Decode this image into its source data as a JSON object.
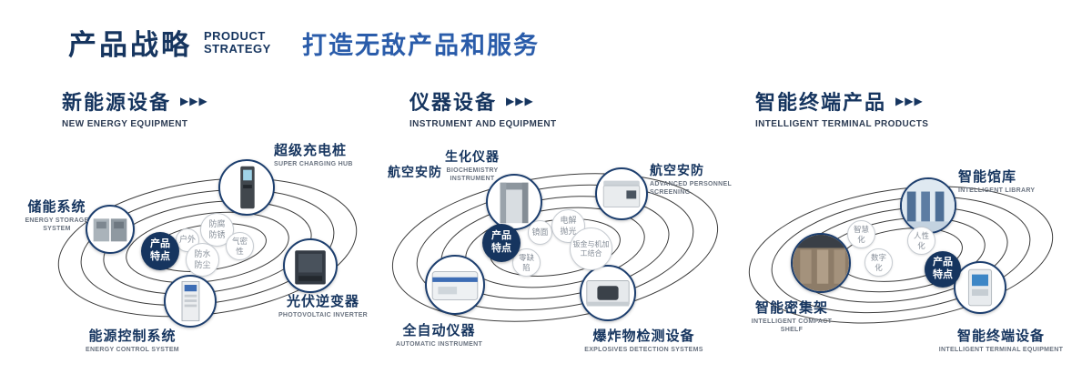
{
  "header": {
    "title": "产品战略",
    "subtitle_top": "PRODUCT",
    "subtitle_bottom": "STRATEGY",
    "tagline": "打造无敌产品和服务"
  },
  "icons": {
    "triple_arrow": "▶▶▶"
  },
  "colors": {
    "navy": "#16355f",
    "blue": "#2a5caa"
  },
  "sections": [
    {
      "title": "新能源设备",
      "subtitle": "NEW ENERGY EQUIPMENT",
      "badge": "产品特点",
      "products": [
        {
          "name": "储能系统",
          "en": "ENERGY STORAGE SYSTEM"
        },
        {
          "name": "超级充电桩",
          "en": "SUPER CHARGING HUB"
        },
        {
          "name": "光伏逆变器",
          "en": "PHOTOVOLTAIC INVERTER"
        },
        {
          "name": "能源控制系统",
          "en": "ENERGY CONTROL SYSTEM"
        }
      ],
      "features": [
        "户外",
        "防腐防锈",
        "气密性",
        "防水防尘"
      ]
    },
    {
      "title": "仪器设备",
      "subtitle": "INSTRUMENT AND EQUIPMENT",
      "badge": "产品特点",
      "products": [
        {
          "name": "航空安防",
          "en": ""
        },
        {
          "name": "生化仪器",
          "en": "BIOCHEMISTRY INSTRUMENT"
        },
        {
          "name": "航空安防",
          "en": "ADVANCED PERSONNEL SCREENING"
        },
        {
          "name": "全自动仪器",
          "en": "AUTOMATIC INSTRUMENT"
        },
        {
          "name": "爆炸物检测设备",
          "en": "EXPLOSIVES DETECTION SYSTEMS"
        }
      ],
      "features": [
        "镜面",
        "电解抛光",
        "零缺陷",
        "钣金与机加工结合"
      ]
    },
    {
      "title": "智能终端产品",
      "subtitle": "INTELLIGENT TERMINAL PRODUCTS",
      "badge": "产品特点",
      "products": [
        {
          "name": "智能馆库",
          "en": "INTELLIGENT LIBRARY"
        },
        {
          "name": "智能密集架",
          "en": "INTELLIGENT COMPACT SHELF"
        },
        {
          "name": "智能终端设备",
          "en": "INTELLIGENT TERMINAL EQUIPMENT"
        }
      ],
      "features": [
        "智慧化",
        "人性化",
        "数字化"
      ]
    }
  ]
}
